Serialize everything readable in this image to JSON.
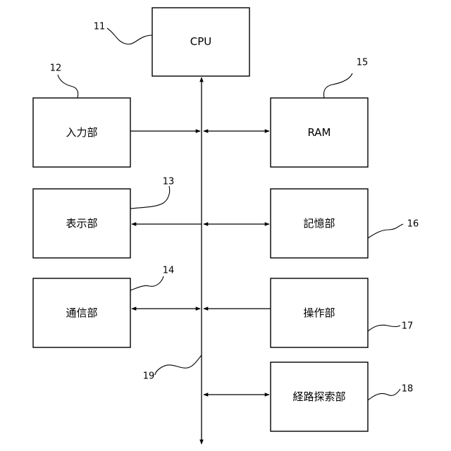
{
  "blocks": {
    "cpu": {
      "label": "CPU",
      "ref": "11"
    },
    "input": {
      "label": "入力部",
      "ref": "12"
    },
    "display": {
      "label": "表示部",
      "ref": "13"
    },
    "communication": {
      "label": "通信部",
      "ref": "14"
    },
    "ram": {
      "label": "RAM",
      "ref": "15"
    },
    "storage": {
      "label": "記憶部",
      "ref": "16"
    },
    "operation": {
      "label": "操作部",
      "ref": "17"
    },
    "route_search": {
      "label": "経路探索部",
      "ref": "18"
    }
  },
  "bus": {
    "ref": "19"
  }
}
